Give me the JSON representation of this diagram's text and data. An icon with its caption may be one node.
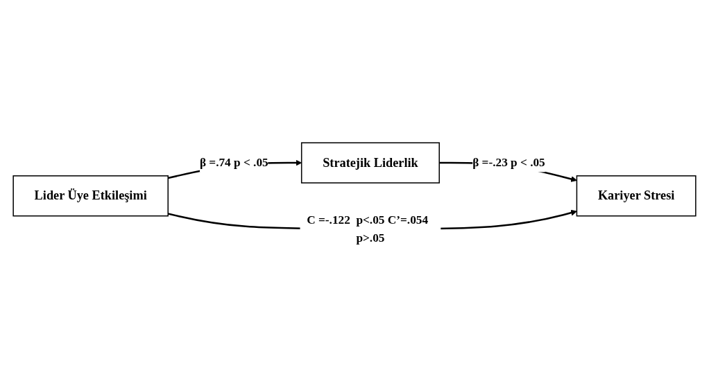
{
  "diagram": {
    "nodes": [
      {
        "text": [
          "Stratejik Liderlik"
        ]
      },
      {
        "text": [
          "Lider Üye Etkileşimi"
        ]
      },
      {
        "text": [
          "Kariyer Stresi"
        ]
      }
    ],
    "edges": [
      {
        "from": 1,
        "to": 0,
        "arrow": "to",
        "label": "β =.74 p < .05"
      },
      {
        "from": 0,
        "to": 2,
        "arrow": "to",
        "label": "β =-.23 p < .05"
      },
      {
        "from": 1,
        "to": 2,
        "arrow": "to",
        "label": "C =-.122  p<.05 C’=.054  p>.05"
      }
    ]
  }
}
